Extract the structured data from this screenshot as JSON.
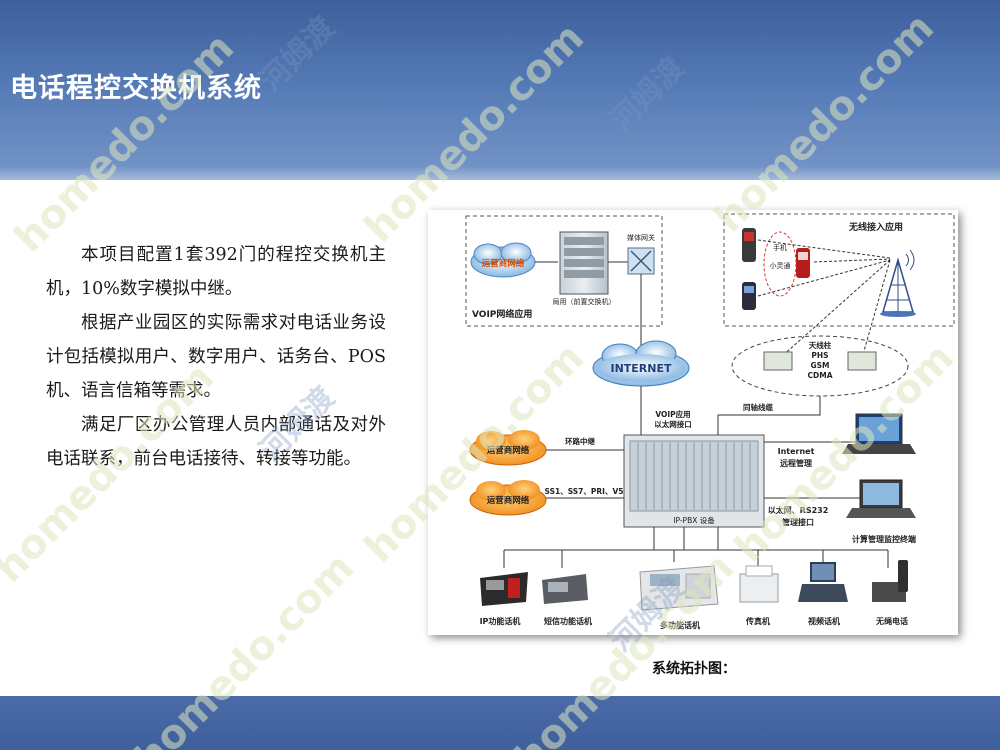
{
  "slide": {
    "title": "电话程控交换机系统"
  },
  "body": {
    "paragraphs": [
      "本项目配置1套392门的程控交换机主机，10%数字模拟中继。",
      "根据产业园区的实际需求对电话业务设计包括模拟用户、数字用户、话务台、POS机、语言信箱等需求。",
      "满足厂区办公管理人员内部通话及对外电话联系，前台电话接待、转接等功能。"
    ]
  },
  "diagram": {
    "caption": "系统拓扑图：",
    "voip_box": {
      "label": "VOIP网络应用",
      "cloud": "运营商网络",
      "switch_label": "局用（前置交换机）",
      "gateway_label": "媒体网关"
    },
    "wireless_box": {
      "label": "无线接入应用",
      "handset_labels": [
        "手机",
        "小灵通"
      ]
    },
    "antenna": {
      "label_lines": [
        "天线柱",
        "PHS",
        "GSM",
        "CDMA"
      ]
    },
    "internet": "INTERNET",
    "pbx": {
      "label": "IP-PBX 设备",
      "voip_port": [
        "VOIP应用",
        "以太网接口"
      ]
    },
    "links": {
      "coax": "同轴线缆",
      "loop_trunk": "环路中继",
      "digital_trunk": "SS1、SS7、PRI、V5",
      "internet_remote": [
        "Internet",
        "远程管理"
      ],
      "ethernet_mgmt": [
        "以太网、RS232",
        "管理接口"
      ],
      "terminal": "计算管理监控终端"
    },
    "operator_clouds": [
      "运营商网络",
      "运营商网络"
    ],
    "devices": [
      "IP功能话机",
      "短信功能话机",
      "多功能话机",
      "传真机",
      "视频话机",
      "无绳电话"
    ]
  },
  "watermark": {
    "text": "homedo.com",
    "cn": "河姆渡"
  }
}
